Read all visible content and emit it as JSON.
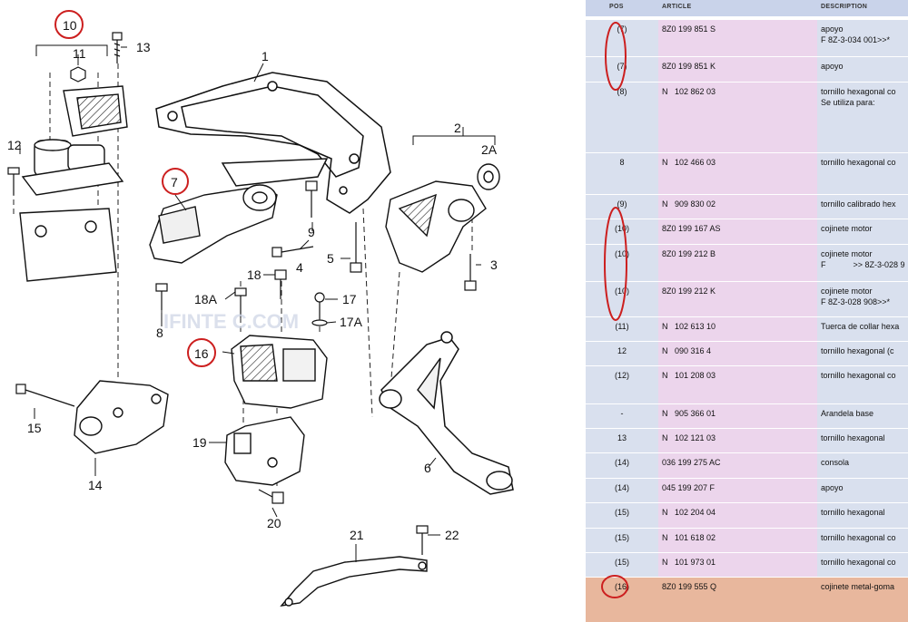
{
  "diagram": {
    "callouts": {
      "c1": "1",
      "c2": "2",
      "c2a": "2A",
      "c3": "3",
      "c4": "4",
      "c5": "5",
      "c6": "6",
      "c7": "7",
      "c8": "8",
      "c9": "9",
      "c10": "10",
      "c11": "11",
      "c12": "12",
      "c13": "13",
      "c14": "14",
      "c15": "15",
      "c16": "16",
      "c17": "17",
      "c17a": "17A",
      "c18": "18",
      "c18a": "18A",
      "c19": "19",
      "c20": "20",
      "c21": "21",
      "c22": "22"
    },
    "watermark": "IFINTE    C.COM",
    "highlight_color": "#cc1f1f"
  },
  "table": {
    "headers": {
      "pos": "POS",
      "article": "ARTICLE",
      "description": "DESCRIPTION"
    },
    "rows": [
      {
        "pos": "(7)",
        "article": "8Z0 199 851 S",
        "description": "apoyo\nF 8Z-3-034 001>>*"
      },
      {
        "pos": "(7)",
        "article": "8Z0 199 851 K",
        "description": "apoyo"
      },
      {
        "pos": "(8)",
        "article": "N   102 862 03",
        "description": "tornillo hexagonal co\nSe utiliza para:"
      },
      {
        "pos": "8",
        "article": "N   102 466 03",
        "description": "tornillo hexagonal co"
      },
      {
        "pos": "(9)",
        "article": "N   909 830 02",
        "description": "tornillo calibrado hex"
      },
      {
        "pos": "(10)",
        "article": "8Z0 199 167 AS",
        "description": "cojinete motor"
      },
      {
        "pos": "(10)",
        "article": "8Z0 199 212 B",
        "description": "cojinete motor\nF            >> 8Z-3-028 9"
      },
      {
        "pos": "(10)",
        "article": "8Z0 199 212 K",
        "description": "cojinete motor\nF 8Z-3-028 908>>*"
      },
      {
        "pos": "(11)",
        "article": "N   102 613 10",
        "description": "Tuerca de collar hexa"
      },
      {
        "pos": "12",
        "article": "N   090 316 4",
        "description": "tornillo hexagonal (c"
      },
      {
        "pos": "(12)",
        "article": "N   101 208 03",
        "description": "tornillo hexagonal co"
      },
      {
        "pos": "-",
        "article": "N   905 366 01",
        "description": "Arandela base"
      },
      {
        "pos": "13",
        "article": "N   102 121 03",
        "description": "tornillo hexagonal"
      },
      {
        "pos": "(14)",
        "article": "036 199 275 AC",
        "description": "consola"
      },
      {
        "pos": "(14)",
        "article": "045 199 207 F",
        "description": "apoyo"
      },
      {
        "pos": "(15)",
        "article": "N   102 204 04",
        "description": "tornillo hexagonal"
      },
      {
        "pos": "(15)",
        "article": "N   101 618 02",
        "description": "tornillo hexagonal co"
      },
      {
        "pos": "(15)",
        "article": "N   101 973 01",
        "description": "tornillo hexagonal co"
      },
      {
        "pos": "(16)",
        "article": "8Z0 199 555 Q",
        "description": "cojinete metal-goma"
      }
    ],
    "highlighted_row_color": "#e8b79d"
  }
}
